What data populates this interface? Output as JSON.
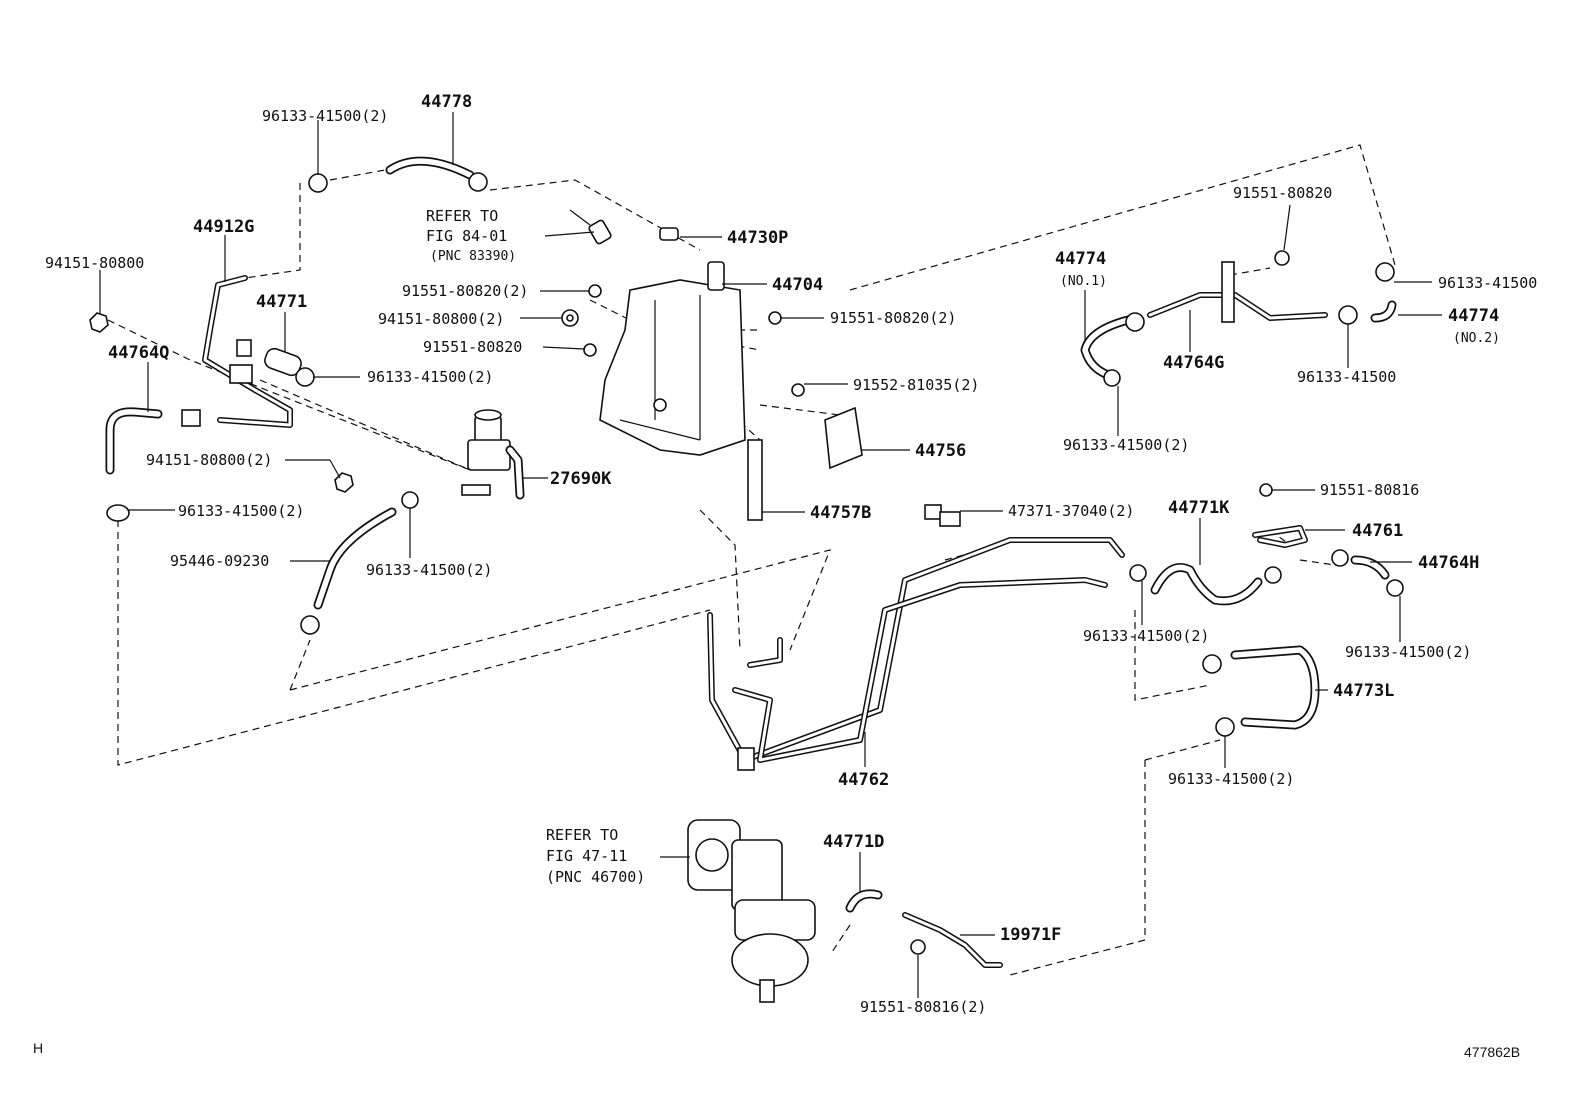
{
  "labels": {
    "l44778": "44778",
    "l96133_top": "96133-41500(2)",
    "l44912G": "44912G",
    "l94151_a": "94151-80800",
    "l44771": "44771",
    "l44764Q": "44764Q",
    "l96133_b": "96133-41500(2)",
    "l94151_b": "94151-80800(2)",
    "l27690K": "27690K",
    "l96133_c": "96133-41500(2)",
    "l95446": "95446-09230",
    "l96133_d": "96133-41500(2)",
    "refer1_a": "REFER TO",
    "refer1_b": "FIG 84-01",
    "refer1_c": "(PNC 83390)",
    "l44730P": "44730P",
    "l44704": "44704",
    "l91551_a": "91551-80820(2)",
    "l94151_c": "94151-80800(2)",
    "l91551_b": "91551-80820",
    "l91551_c": "91551-80820(2)",
    "l91552": "91552-81035(2)",
    "l44756": "44756",
    "l44757B": "44757B",
    "l91551_top": "91551-80820",
    "l44774_1": "44774",
    "l44774_1s": "(NO.1)",
    "l44764G": "44764G",
    "l96133_e": "96133-41500",
    "l96133_f": "96133-41500",
    "l44774_2": "44774",
    "l44774_2s": "(NO.2)",
    "l96133_g": "96133-41500(2)",
    "l47371": "47371-37040(2)",
    "l44771K": "44771K",
    "l91551_80816": "91551-80816",
    "l44761": "44761",
    "l44764H": "44764H",
    "l96133_h": "96133-41500(2)",
    "l96133_i": "96133-41500(2)",
    "l44773L": "44773L",
    "l44762": "44762",
    "l96133_j": "96133-41500(2)",
    "refer2_a": "REFER TO",
    "refer2_b": "FIG 47-11",
    "refer2_c": "(PNC 46700)",
    "l44771D": "44771D",
    "l19971F": "19971F",
    "l91551_80816b": "91551-80816(2)",
    "corner_left": "H",
    "corner_right": "477862B"
  }
}
